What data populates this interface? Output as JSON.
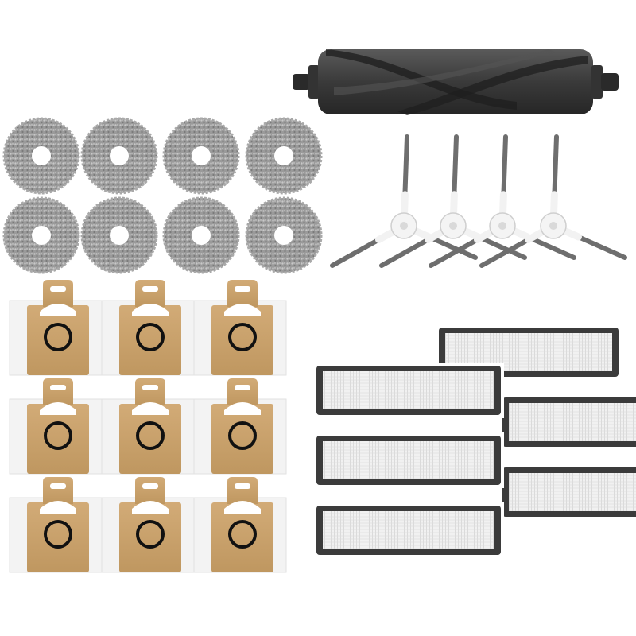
{
  "scene": {
    "description_free": true,
    "background": "#ffffff"
  },
  "parts": {
    "main_brush": {
      "count": 1,
      "color": "#3a3a3a",
      "end_cap_color": "#2a2a2a"
    },
    "mop_pads": {
      "count": 8,
      "color": "#8f8f8f",
      "highlight": "#c9c9c9"
    },
    "side_brushes": {
      "count": 4,
      "hub_color": "#f4f4f4",
      "bristle_color": "#7a7a7a"
    },
    "dust_bags": {
      "count": 9,
      "cardboard_color": "#c9a26e",
      "bag_color": "#f2f2f2",
      "ring_color": "#111111"
    },
    "filters": {
      "count": 6,
      "frame_color": "#3b3b3b",
      "mesh_color": "#e9e9e9"
    }
  }
}
